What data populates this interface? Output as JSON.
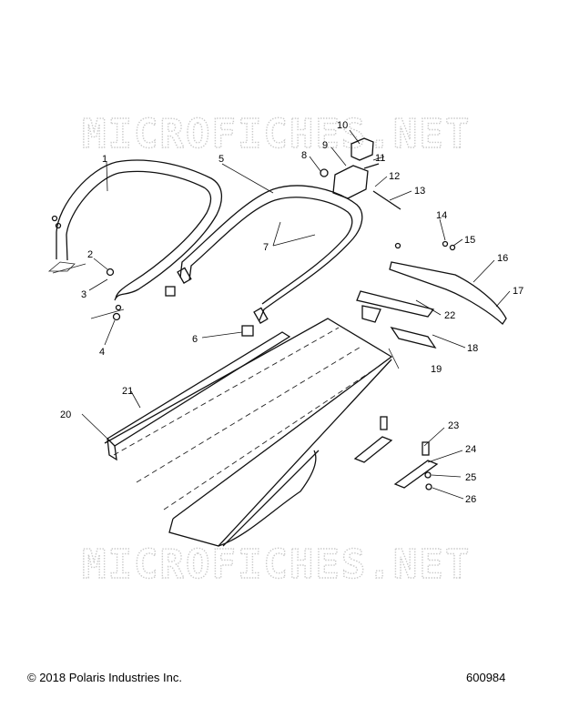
{
  "watermark": {
    "top": "MICROFICHES.NET",
    "bottom": "MICROFICHES.NET"
  },
  "callouts": [
    "1",
    "2",
    "3",
    "4",
    "5",
    "6",
    "7",
    "8",
    "9",
    "10",
    "11",
    "12",
    "13",
    "14",
    "15",
    "16",
    "17",
    "18",
    "19",
    "20",
    "21",
    "22",
    "23",
    "24",
    "25",
    "26"
  ],
  "footer": {
    "copyright": "© 2018 Polaris Industries Inc.",
    "figure_number": "600984"
  }
}
